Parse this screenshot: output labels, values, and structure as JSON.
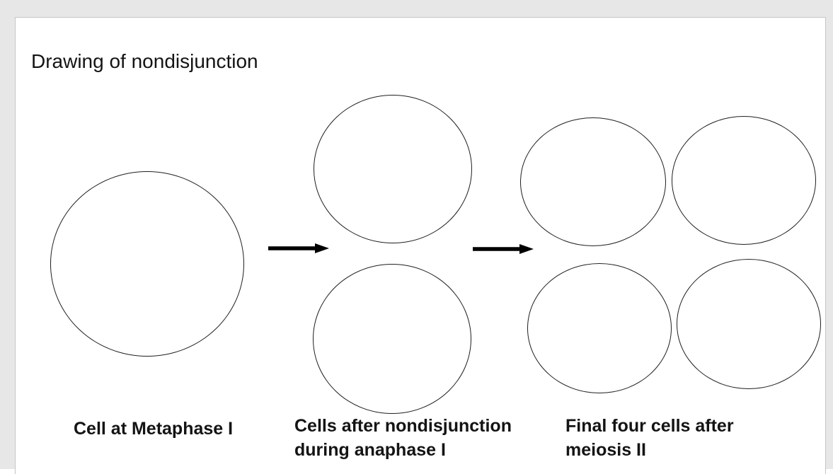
{
  "page": {
    "surround_color": "#e7e7e7",
    "slide_background": "#ffffff",
    "slide_border_color": "#c4c4c4",
    "cell_stroke_color": "#1f1f1f",
    "arrow_color": "#000000",
    "text_color": "#141414"
  },
  "title": "Drawing of nondisjunction",
  "stages": [
    {
      "name": "metaphase-1",
      "label": "Cell at Metaphase I",
      "cell_count": 1
    },
    {
      "name": "anaphase-1-nondisjunction",
      "label": "Cells after nondisjunction\nduring anaphase I",
      "cell_count": 2
    },
    {
      "name": "meiosis-2-final",
      "label": "Final four cells after\nmeiosis II",
      "cell_count": 4
    }
  ],
  "arrows": [
    {
      "name": "arrow-metaphase-to-anaphase",
      "direction": "right"
    },
    {
      "name": "arrow-anaphase-to-final",
      "direction": "right"
    }
  ]
}
